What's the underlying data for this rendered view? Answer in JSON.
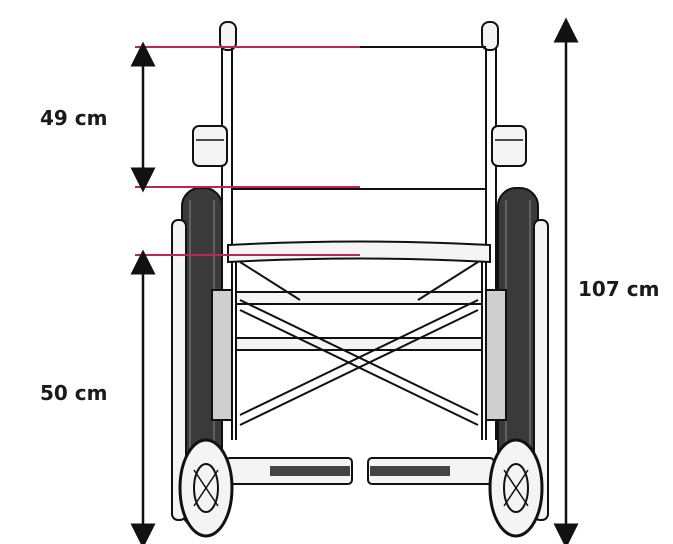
{
  "diagram": {
    "subject": "wheelchair-front-view",
    "dimensions": {
      "backrest_height": "49 cm",
      "seat_height": "50 cm",
      "total_height": "107 cm"
    },
    "colors": {
      "outline": "#1a1a1a",
      "frame_fill": "#f4f4f4",
      "tire_fill": "#3a3a3a",
      "measure_line": "#c0264a",
      "arrow": "#111111"
    }
  }
}
